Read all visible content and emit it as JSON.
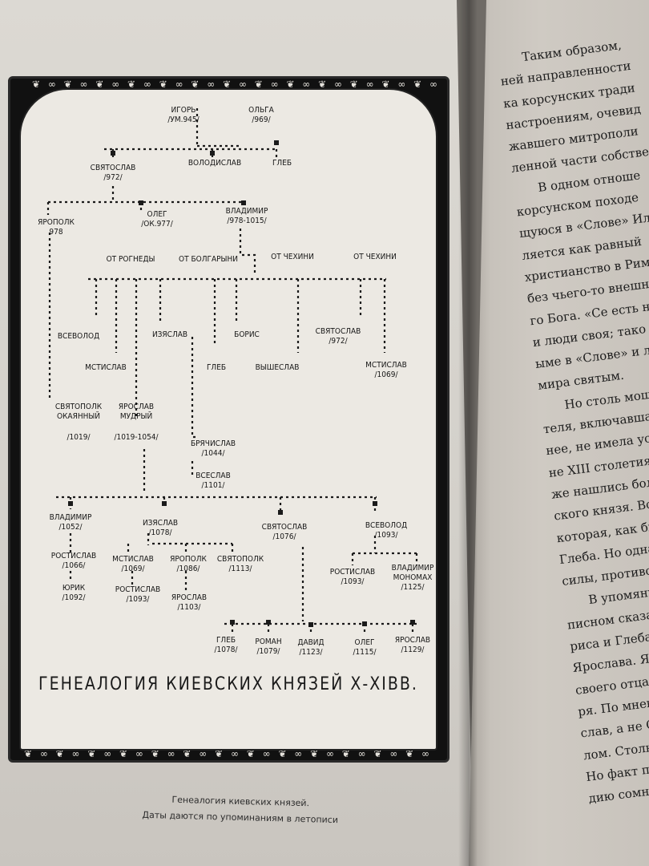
{
  "diagram": {
    "title": "ГЕНЕАЛОГИЯ КИЕВСКИХ КНЯЗЕЙ Х-ХIВВ.",
    "nodes": [
      {
        "id": "igor",
        "name": "ИГОРЬ",
        "date": "/УМ.945/"
      },
      {
        "id": "olga",
        "name": "ОЛЬГА",
        "date": "/969/"
      },
      {
        "id": "sviatoslav1",
        "name": "СВЯТОСЛАВ",
        "date": "/972/"
      },
      {
        "id": "volodislav",
        "name": "ВОЛОДИСЛАВ",
        "date": ""
      },
      {
        "id": "gleb1",
        "name": "ГЛЕБ",
        "date": ""
      },
      {
        "id": "yaropolk1",
        "name": "ЯРОПОЛК",
        "date": "978"
      },
      {
        "id": "oleg1",
        "name": "ОЛЕГ",
        "date": "/ОК.977/"
      },
      {
        "id": "vladimir1",
        "name": "ВЛАДИМИР",
        "date": "/978-1015/"
      },
      {
        "id": "wife1",
        "name": "ОТ РОГНЕДЫ",
        "date": ""
      },
      {
        "id": "wife2",
        "name": "ОТ БОЛГАРЫНИ",
        "date": ""
      },
      {
        "id": "wife3",
        "name": "ОТ ЧЕХИНИ",
        "date": ""
      },
      {
        "id": "wife4",
        "name": "ОТ ЧЕХИНИ",
        "date": ""
      },
      {
        "id": "vsevolod1",
        "name": "ВСЕВОЛОД",
        "date": ""
      },
      {
        "id": "izyaslav1",
        "name": "ИЗЯСЛАВ",
        "date": ""
      },
      {
        "id": "boris",
        "name": "БОРИС",
        "date": ""
      },
      {
        "id": "sviatoslav2",
        "name": "СВЯТОСЛАВ",
        "date": "/972/"
      },
      {
        "id": "mstislav1",
        "name": "МСТИСЛАВ",
        "date": ""
      },
      {
        "id": "gleb2",
        "name": "ГЛЕБ",
        "date": ""
      },
      {
        "id": "vysheslav",
        "name": "ВЫШЕСЛАВ",
        "date": ""
      },
      {
        "id": "mstislav2",
        "name": "МСТИСЛАВ",
        "date": "/1069/"
      },
      {
        "id": "sviatopolk1",
        "name": "СВЯТОПОЛК ОКАЯННЫЙ",
        "date": "/1019/"
      },
      {
        "id": "yaroslav1",
        "name": "ЯРОСЛАВ МУДРЫЙ",
        "date": "/1019-1054/"
      },
      {
        "id": "bryachislav",
        "name": "БРЯЧИСЛАВ",
        "date": "/1044/"
      },
      {
        "id": "vseslav",
        "name": "ВСЕСЛАВ",
        "date": "/1101/"
      },
      {
        "id": "vladimir2",
        "name": "ВЛАДИМИР",
        "date": "/1052/"
      },
      {
        "id": "izyaslav2",
        "name": "ИЗЯСЛАВ",
        "date": "/1078/"
      },
      {
        "id": "sviatoslav3",
        "name": "СВЯТОСЛАВ",
        "date": "/1076/"
      },
      {
        "id": "vsevolod2",
        "name": "ВСЕВОЛОД",
        "date": "/1093/"
      },
      {
        "id": "rostislav1",
        "name": "РОСТИСЛАВ",
        "date": "/1066/"
      },
      {
        "id": "yurik",
        "name": "ЮРИК",
        "date": "/1092/"
      },
      {
        "id": "mstislav3",
        "name": "МСТИСЛАВ",
        "date": "/1069/"
      },
      {
        "id": "yaropolk2",
        "name": "ЯРОПОЛК",
        "date": "/1086/"
      },
      {
        "id": "sviatopolk2",
        "name": "СВЯТОПОЛК",
        "date": "/1113/"
      },
      {
        "id": "rostislav2",
        "name": "РОСТИСЛАВ",
        "date": "/1093/"
      },
      {
        "id": "yaroslav2",
        "name": "ЯРОСЛАВ",
        "date": "/1103/"
      },
      {
        "id": "rostislav3",
        "name": "РОСТИСЛАВ",
        "date": "/1093/"
      },
      {
        "id": "vladimir3",
        "name": "ВЛАДИМИР МОНОМАХ",
        "date": "/1125/"
      },
      {
        "id": "gleb3",
        "name": "ГЛЕБ",
        "date": "/1078/"
      },
      {
        "id": "roman",
        "name": "РОМАН",
        "date": "/1079/"
      },
      {
        "id": "david",
        "name": "ДАВИД",
        "date": "/1123/"
      },
      {
        "id": "oleg2",
        "name": "ОЛЕГ",
        "date": "/1115/"
      },
      {
        "id": "yaroslav3",
        "name": "ЯРОСЛАВ",
        "date": "/1129/"
      }
    ]
  },
  "caption": {
    "line1": "Генеалогия киевских князей.",
    "line2": "Даты даются по упоминаниям в летописи"
  },
  "right_page": {
    "lines": [
      "Таким образом,",
      "ней направленности",
      "ка корсунских тради",
      "настроениям, очевид",
      "жавшего митрополи",
      "ленной части собстве",
      "В одном отноше",
      "корсунском походе",
      "щуюся в «Слове» Ил",
      "ляется как равный",
      "христианство в Рим",
      "без чьего-то внешне",
      "го Бога. «Се есть нов",
      "и люди своя; тако и с",
      "ыме в «Слове» и лето",
      "мира святым.",
      "Но столь мощна",
      "теля, включавшая в",
      "нее, не имела успеха.",
      "не XIII столетия Влад",
      "же нашлись более ме",
      "ского князя. Возглав",
      "которая, как было ск",
      "Глеба. Но одна она н",
      "силы, противодейств",
      "В упомянутой вы",
      "писном сказаниях, п",
      "риса и Глеба, высказ",
      "Ярослава. Ярослав, г",
      "своего отца, когда до",
      "ря. По мнению Ильи",
      "слав, а не Святополк,",
      "лом. Столь смелое су",
      "Но факт противоречи",
      "дию сомнений"
    ]
  }
}
